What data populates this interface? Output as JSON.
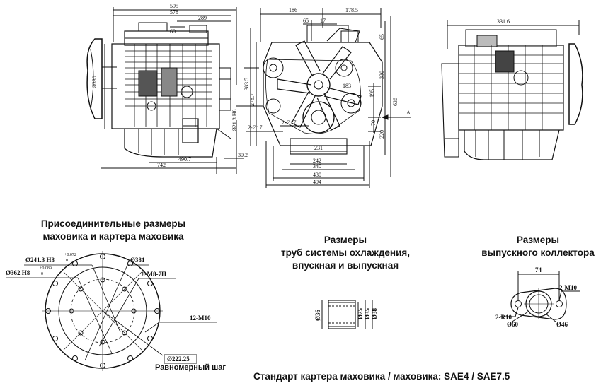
{
  "engine_views": {
    "front": {
      "d595": "595",
      "d578": "578",
      "d289": "289",
      "d60": "60",
      "d330": "Ø330",
      "d742": "742",
      "d490": "490.7",
      "d30": "30.2"
    },
    "side": {
      "d186": "186",
      "d178": "178.5",
      "d65": "65",
      "d17": "17",
      "d383": "383.5",
      "d278": "278.7",
      "d636": "636",
      "d330": "330",
      "d195": "195",
      "d183": "183",
      "d70": "70",
      "d220": "220",
      "d231": "231",
      "d242": "242",
      "d340": "340",
      "d430": "430",
      "d494": "494",
      "flange": "Ø21.3 H8",
      "holes1": "2-Ø17",
      "holes2": "2-Ø17",
      "arrow_label": "A"
    },
    "rear": {
      "d331": "331.6"
    }
  },
  "flywheel": {
    "title_line1": "Присоединительные размеры",
    "title_line2": "маховика и картера маховика",
    "d241": "Ø241.3  H8",
    "d241_tol_upper": "+0.072",
    "d241_tol_lower": "0",
    "d362": "Ø362  H8",
    "d362_tol_upper": "+0.089",
    "d362_tol_lower": "0",
    "d381": "Ø381",
    "thread_8": "8-M8-7H",
    "thread_12": "12-M10",
    "d222": "Ø222.25",
    "even_pitch": "Равномерный шаг"
  },
  "pipes": {
    "title_line1": "Размеры",
    "title_line2": "труб системы охлаждения,",
    "title_line3": "впускная и выпускная",
    "d36": "Ø36",
    "d25": "Ø25",
    "d35": "Ø35",
    "d38": "Ø38"
  },
  "exhaust": {
    "title_line1": "Размеры",
    "title_line2": "выпускного коллектора",
    "d74": "74",
    "m10": "2-M10",
    "r10": "2-R10",
    "d60": "Ø60",
    "d46": "Ø46"
  },
  "footer": "Стандарт картера маховика / маховика: SAE4 / SAE7.5"
}
